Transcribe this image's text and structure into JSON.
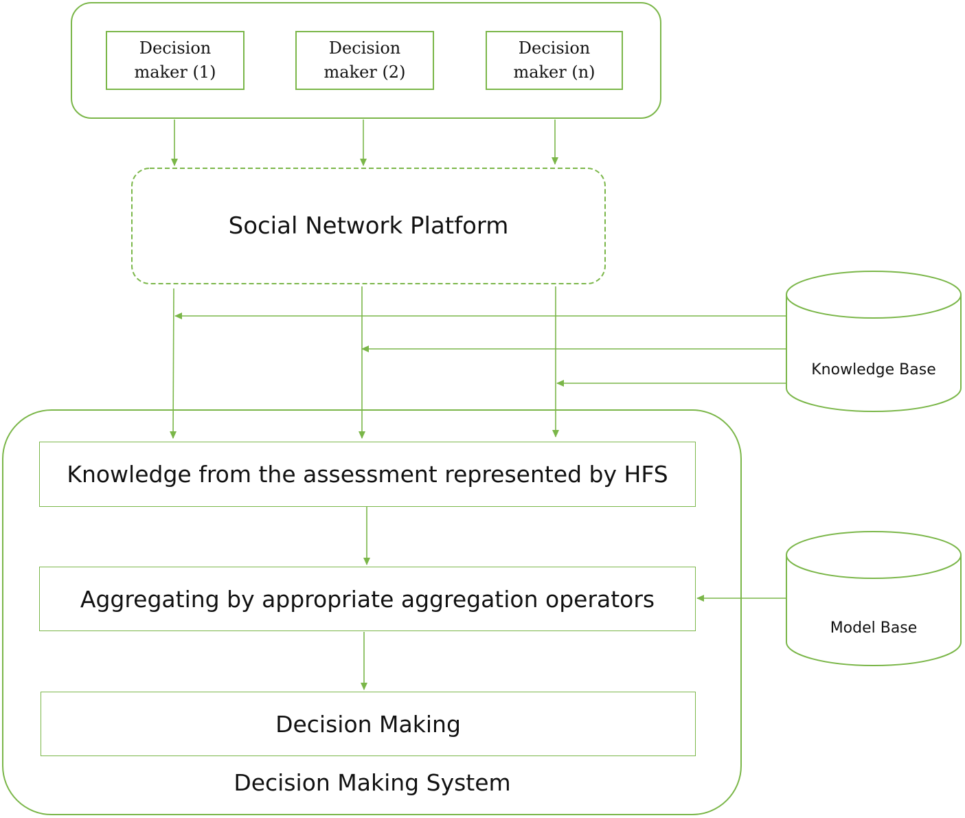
{
  "decision_makers": [
    {
      "line1": "Decision",
      "line2": "maker (1)"
    },
    {
      "line1": "Decision",
      "line2": "maker (2)"
    },
    {
      "line1": "Decision",
      "line2": "maker (n)"
    }
  ],
  "platform": {
    "label": "Social Network Platform"
  },
  "system": {
    "label": "Decision Making System",
    "steps": [
      {
        "label": "Knowledge from the assessment represented by HFS"
      },
      {
        "label": "Aggregating by appropriate aggregation operators"
      },
      {
        "label": "Decision Making"
      }
    ]
  },
  "databases": [
    {
      "label": "Knowledge Base"
    },
    {
      "label": "Model Base"
    }
  ],
  "colors": {
    "accent": "#7ab648"
  }
}
